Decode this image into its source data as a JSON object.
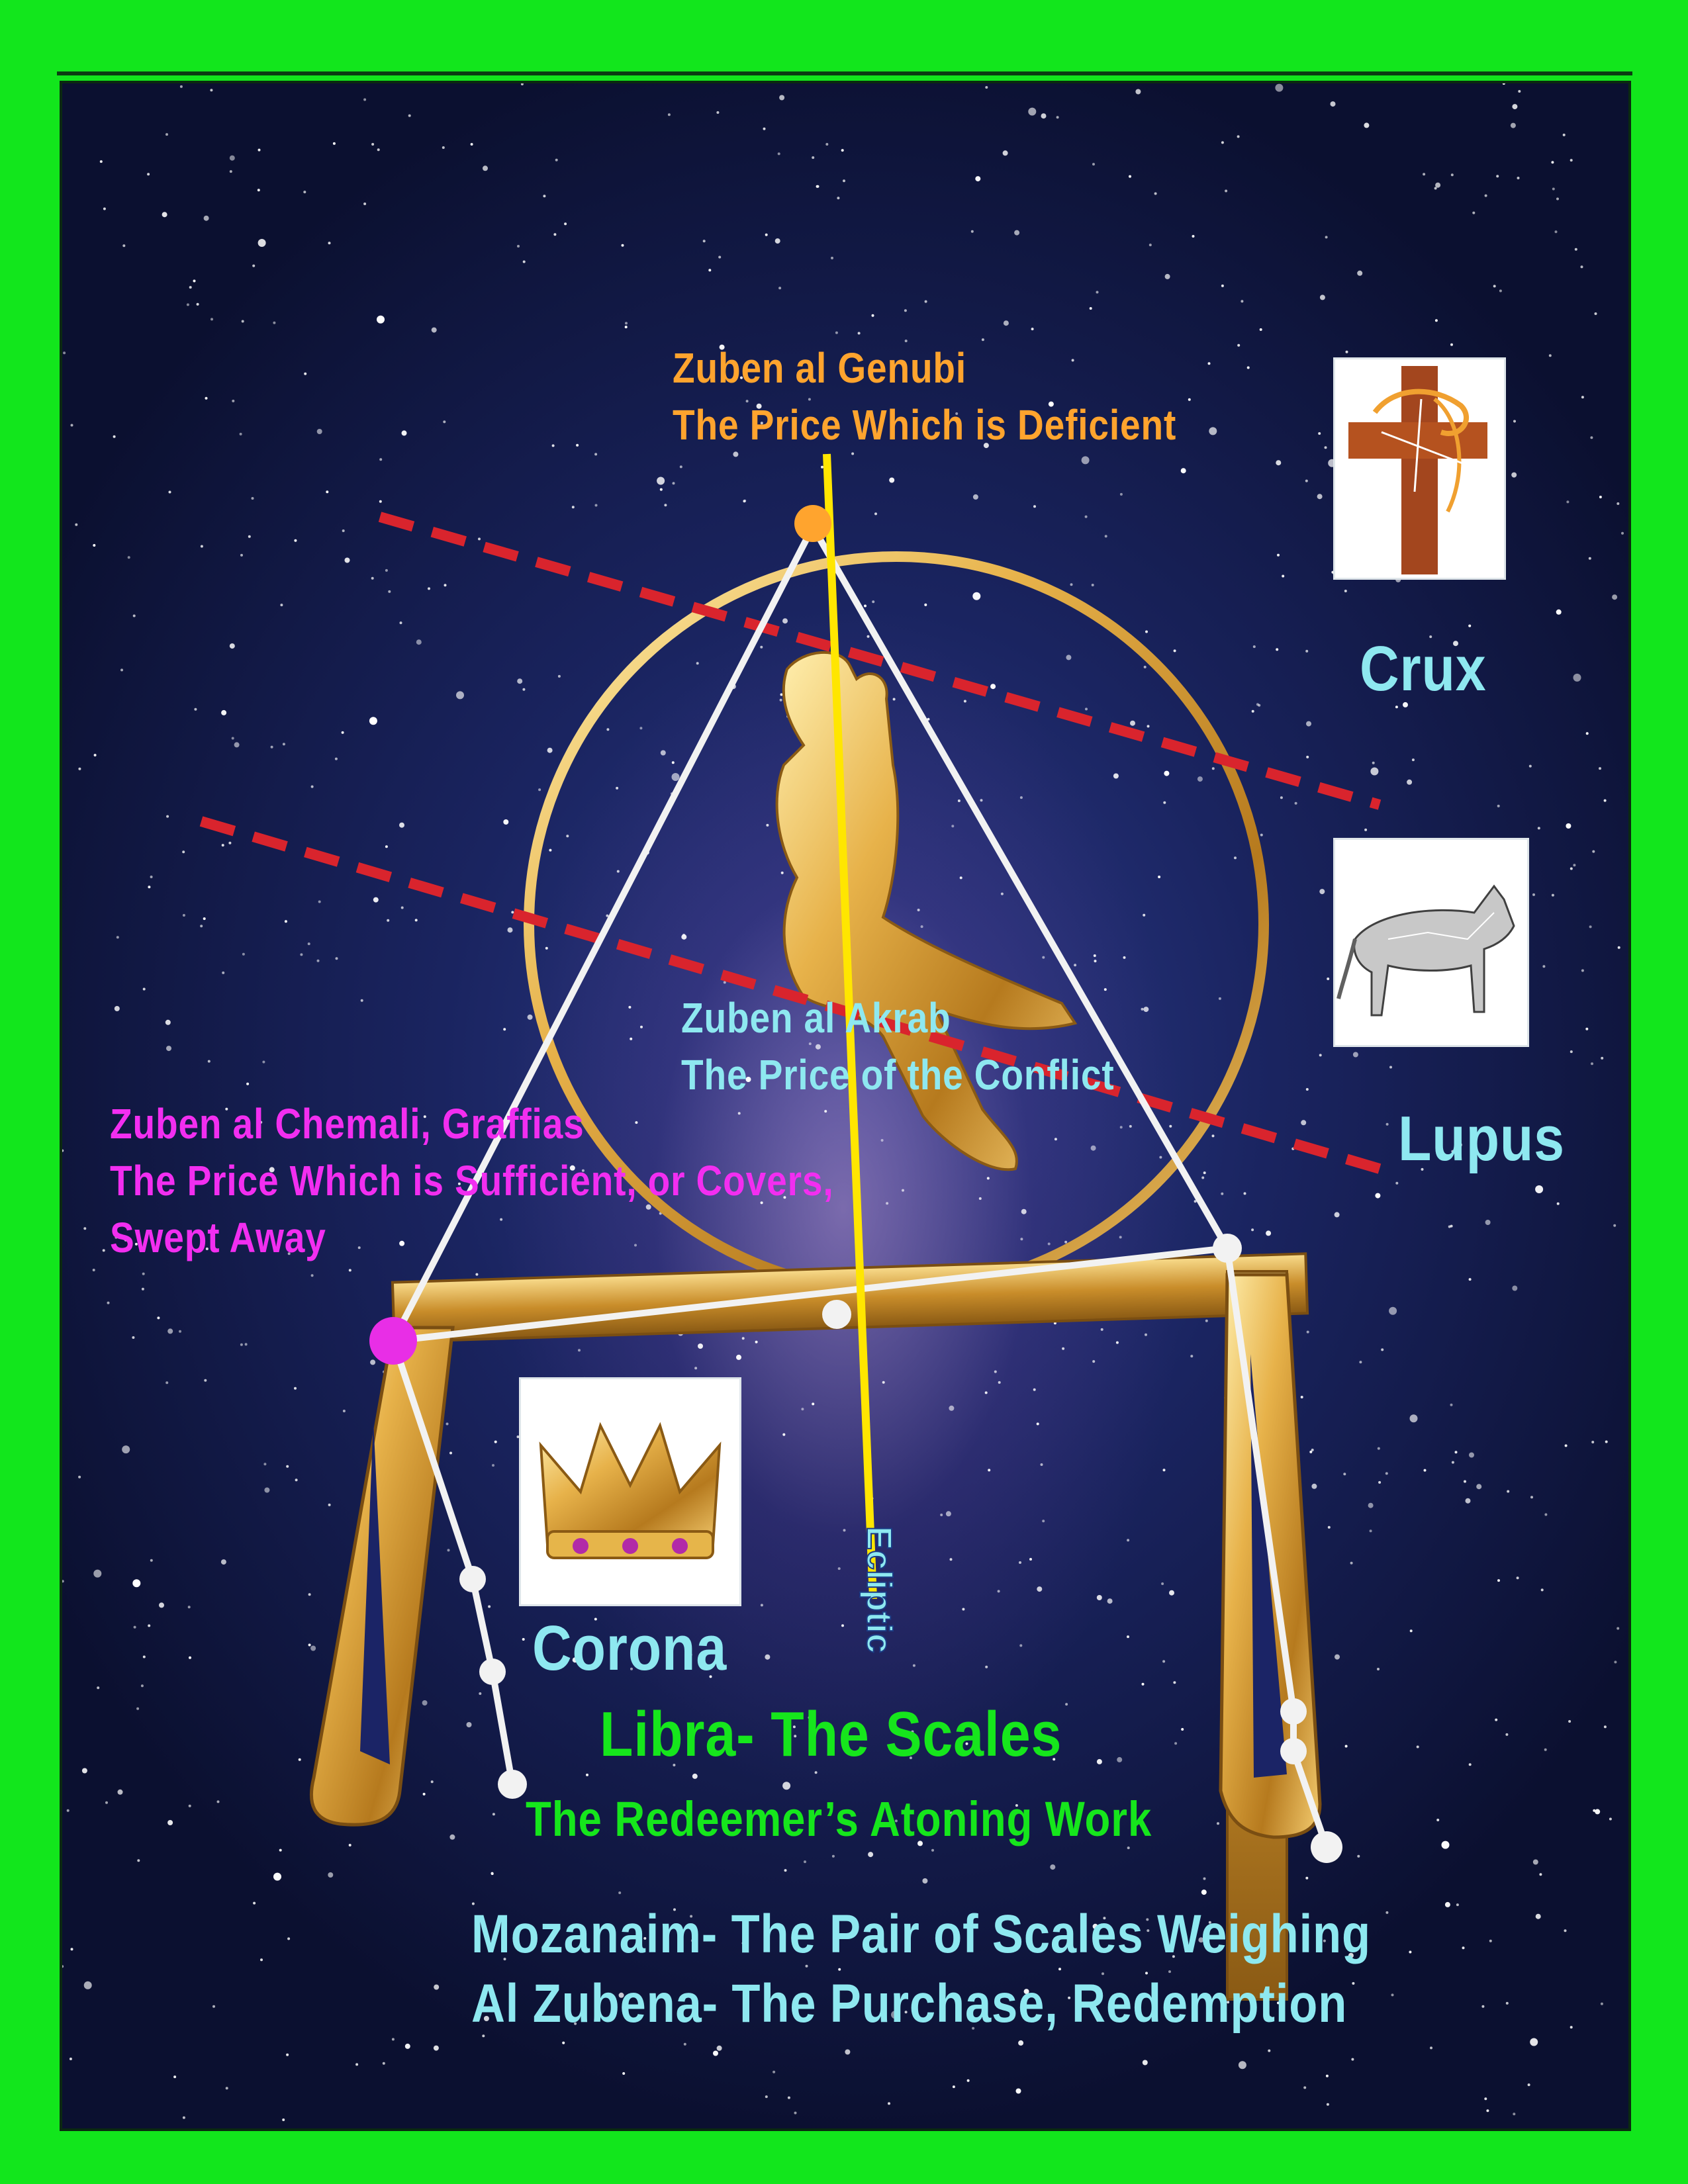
{
  "background_color": "#12e61c",
  "labels": {
    "zuben_genubi": {
      "name": "Zuben al Genubi",
      "meaning": "The Price Which is Deficient",
      "color": "#ffa42e"
    },
    "zuben_akrab": {
      "name": "Zuben al Akrab",
      "meaning": "The Price of the Conflict",
      "color": "#8ee8f0"
    },
    "zuben_chemali": {
      "name": "Zuben al Chemali, Graffias",
      "meaning": "The Price Which is Sufficient, or Covers,",
      "meaning2": "Swept Away",
      "color": "#f22ef0"
    },
    "ecliptic": "Ecliptic"
  },
  "decans": {
    "crux": {
      "label": "Crux",
      "icon": "cross-icon"
    },
    "lupus": {
      "label": "Lupus",
      "icon": "wolf-icon"
    },
    "corona": {
      "label": "Corona",
      "icon": "crown-icon"
    }
  },
  "title": {
    "main": "Libra- The Scales",
    "subtitle": "The Redeemer’s Atoning Work",
    "line1": "Mozanaim- The Pair of Scales Weighing",
    "line2": "Al Zubena- The Purchase, Redemption"
  },
  "colors": {
    "gold": "#d9a23a",
    "ecliptic": "#ffe600",
    "dashed": "#d9242d",
    "orange_star": "#ffa42e",
    "pink_star": "#e82ee6"
  }
}
